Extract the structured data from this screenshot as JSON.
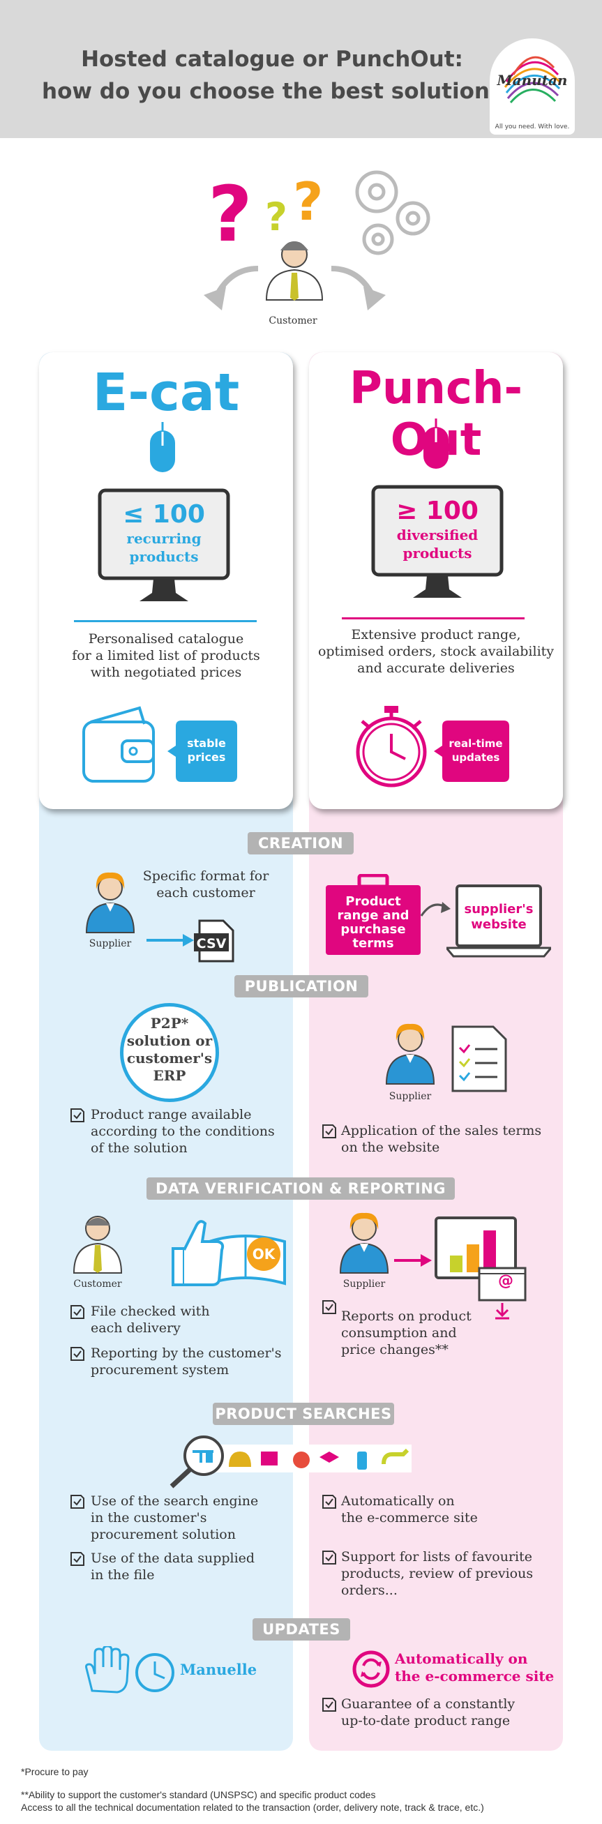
{
  "header": {
    "title_line1": "Hosted catalogue or PunchOut:",
    "title_line2": "how do you choose the best solution?",
    "logo_text": "Manutan",
    "logo_tagline": "All you need. With love."
  },
  "hero": {
    "customer_label": "Customer"
  },
  "ecat": {
    "title": "E-cat",
    "screen_line1": "≤ 100",
    "screen_line2": "recurring",
    "screen_line3": "products",
    "desc_line1": "Personalised catalogue",
    "desc_line2": "for a limited list of products",
    "desc_line3": "with negotiated prices",
    "badge_line1": "stable",
    "badge_line2": "prices"
  },
  "punchout": {
    "title": "Punch-Out",
    "screen_line1": "≥ 100",
    "screen_line2": "diversified",
    "screen_line3": "products",
    "desc_line1": "Extensive product range,",
    "desc_line2": "optimised orders, stock availability",
    "desc_line3": "and accurate deliveries",
    "badge_line1": "real-time",
    "badge_line2": "updates"
  },
  "sections": {
    "creation": "CREATION",
    "publication": "PUBLICATION",
    "verification": "DATA VERIFICATION & REPORTING",
    "searches": "PRODUCT SEARCHES",
    "updates": "UPDATES"
  },
  "creation": {
    "ecat_line1": "Specific format for",
    "ecat_line2": "each customer",
    "supplier_label": "Supplier",
    "csv": "CSV",
    "po_box_line1": "Product",
    "po_box_line2": "range and",
    "po_box_line3": "purchase",
    "po_box_line4": "terms",
    "po_screen_line1": "supplier's",
    "po_screen_line2": "website"
  },
  "publication": {
    "circle_line1": "P2P*",
    "circle_line2": "solution or",
    "circle_line3": "customer's",
    "circle_line4": "ERP",
    "ecat_b1_l1": "Product range available",
    "ecat_b1_l2": "according to the conditions",
    "ecat_b1_l3": "of the solution",
    "supplier_label": "Supplier",
    "po_b1_l1": "Application of the sales terms",
    "po_b1_l2": "on the website"
  },
  "verification": {
    "customer_label": "Customer",
    "ok": "OK",
    "ecat_b1_l1": "File checked with",
    "ecat_b1_l2": "each delivery",
    "ecat_b2_l1": "Reporting by the customer's",
    "ecat_b2_l2": "procurement system",
    "supplier_label": "Supplier",
    "at": "@",
    "po_b1_l1": "Reports on product",
    "po_b1_l2": "consumption and",
    "po_b1_l3": "price changes**"
  },
  "searches": {
    "ecat_b1_l1": "Use of the search engine",
    "ecat_b1_l2": "in the customer's",
    "ecat_b1_l3": "procurement solution",
    "ecat_b2_l1": "Use of the data supplied",
    "ecat_b2_l2": "in the file",
    "po_b1_l1": "Automatically on",
    "po_b1_l2": "the e-commerce site",
    "po_b2_l1": "Support for lists of favourite",
    "po_b2_l2": "products, review of previous",
    "po_b2_l3": "orders..."
  },
  "updates": {
    "ecat_label": "Manuelle",
    "po_label_l1": "Automatically on",
    "po_label_l2": "the e-commerce site",
    "po_b1_l1": "Guarantee of a constantly",
    "po_b1_l2": "up-to-date product range"
  },
  "footnotes": {
    "f1": "*Procure to pay",
    "f2": "**Ability to support the customer's standard (UNSPSC) and specific product codes",
    "f3": "Access to all the technical documentation related to the transaction (order, delivery note, track & trace, etc.)"
  },
  "colors": {
    "blue": "#2aa8e0",
    "pink": "#e0067f",
    "grey": "#b3b3b3"
  }
}
